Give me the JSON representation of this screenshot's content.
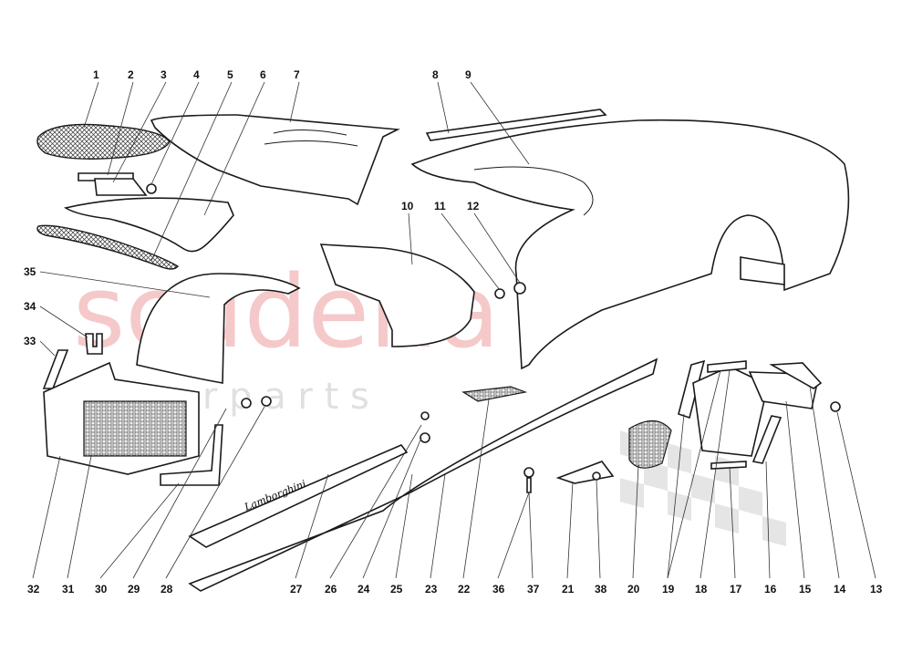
{
  "watermark": {
    "brand": "scuderia",
    "sub": "c a r  p a r t s"
  },
  "inscription": "Lamborghini",
  "callouts": [
    "1",
    "2",
    "3",
    "4",
    "5",
    "6",
    "7",
    "8",
    "9",
    "10",
    "11",
    "12",
    "13",
    "14",
    "15",
    "16",
    "17",
    "18",
    "19",
    "20",
    "21",
    "22",
    "23",
    "24",
    "25",
    "26",
    "27",
    "28",
    "29",
    "30",
    "31",
    "32",
    "33",
    "34",
    "35",
    "36",
    "37",
    "38"
  ],
  "colors": {
    "line": "#1a1a1a",
    "watermark": "#f2b8b8",
    "checker": "#d0d0d0"
  }
}
